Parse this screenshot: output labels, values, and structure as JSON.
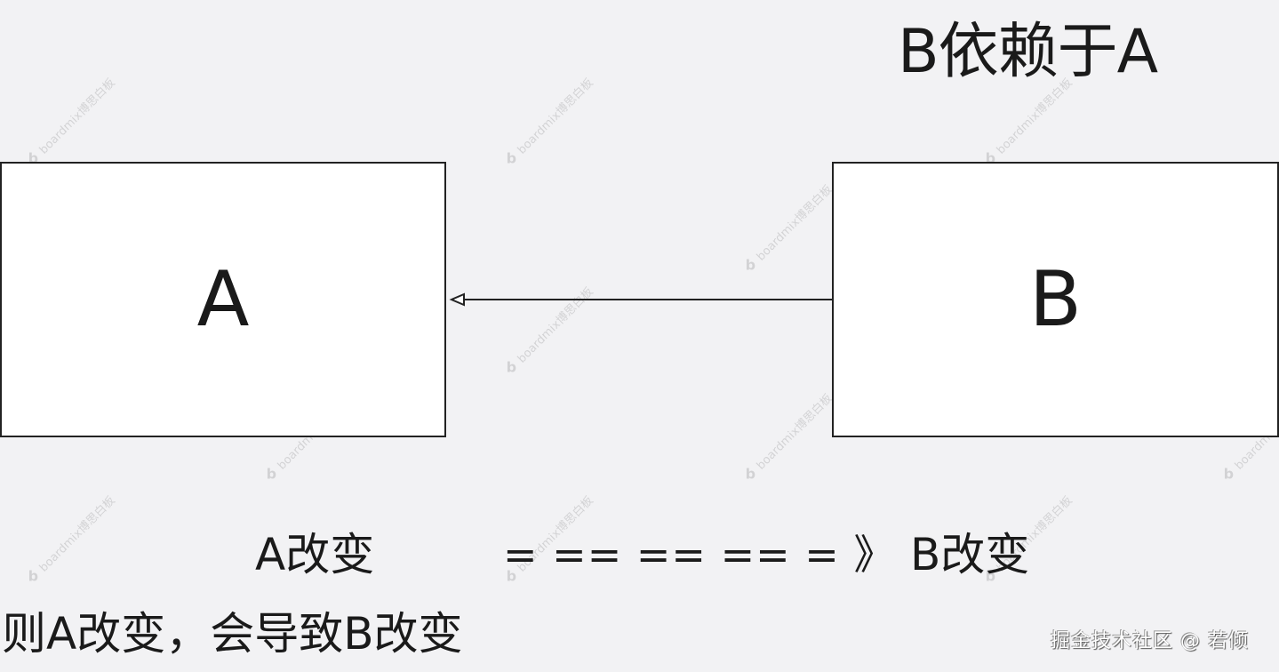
{
  "title": "B依赖于A",
  "nodes": [
    {
      "id": "A",
      "label": "A"
    },
    {
      "id": "B",
      "label": "B"
    }
  ],
  "edges": [
    {
      "from": "B",
      "to": "A",
      "style": "solid",
      "arrowhead": "open-triangle"
    }
  ],
  "caption": {
    "left": "A改变",
    "arrow": "= == == == = 》",
    "right": "B改变",
    "conclusion": "则A改变，会导致B改变"
  },
  "watermark": "boardmix博思白板",
  "credit": "掘金技术社区 @ 若倾",
  "colors": {
    "background": "#f2f2f4",
    "box_fill": "#ffffff",
    "stroke": "#222222",
    "text": "#1a1a1a"
  }
}
